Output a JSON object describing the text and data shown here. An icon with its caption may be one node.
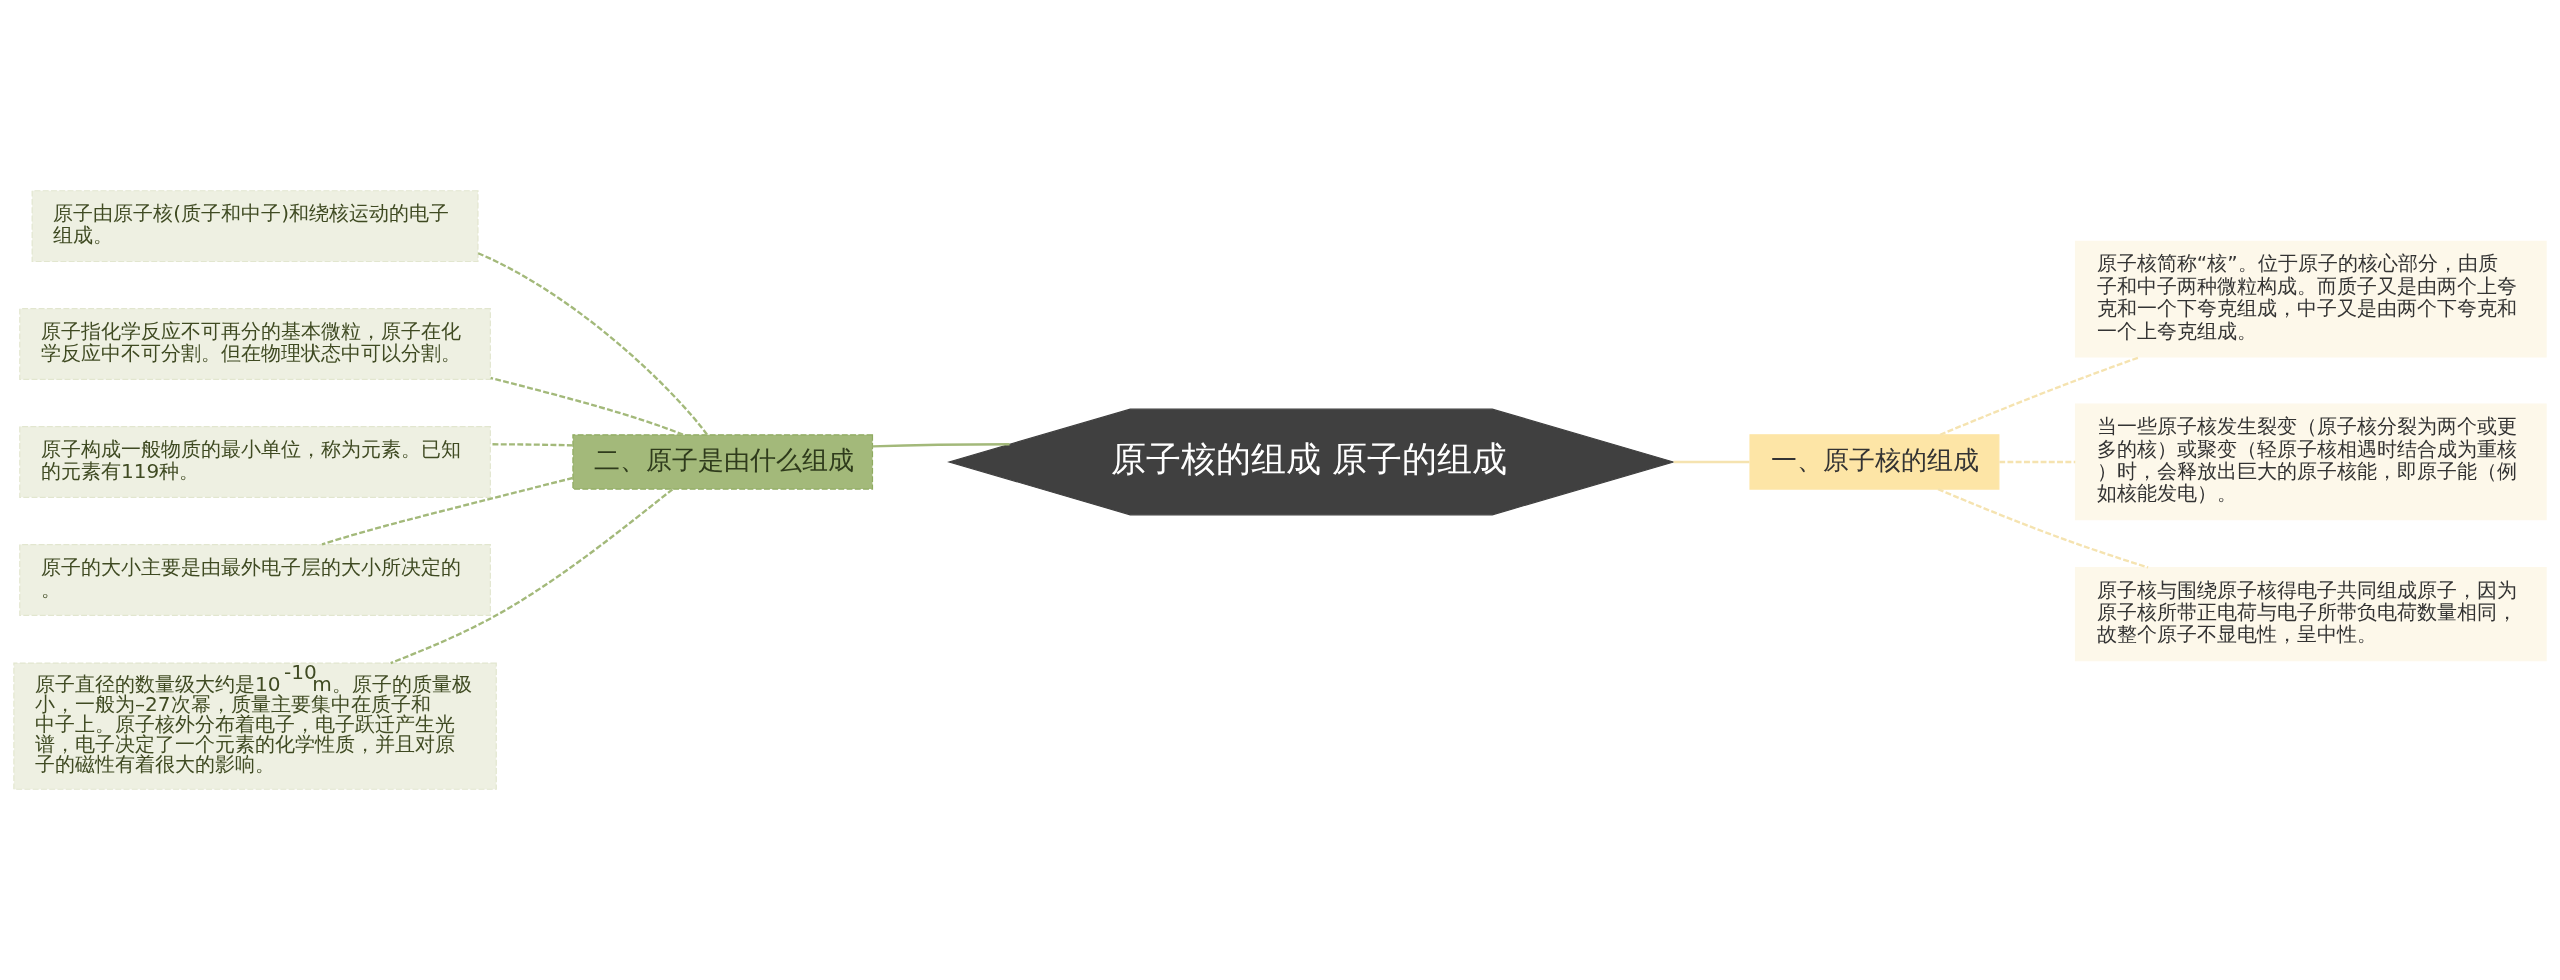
{
  "diagram": {
    "nodes": [
      {
        "text": [
          "原子核的组成 原子的组成"
        ]
      },
      {
        "text": [
          "一、原子核的组成"
        ]
      },
      {
        "text": [
          "原子核简称“核”。位于原子的核心部分，由质子和中子两种微粒构成。而质子又是由两个上夸克和一个下夸克组成，中子又是由两个下夸克和一个上夸克组成。"
        ]
      },
      {
        "text": [
          "当一些原子核发生裂变（原子核分裂为两个或更多的核）或聚变（轻原子核相遇时结合成为重核）时，会释放出巨大的原子核能，即原子能（例如核能发电）。"
        ]
      },
      {
        "text": [
          "原子核与围绕原子核得电子共同组成原子，因为原子核所带正电荷与电子所带负电荷数量相同，故整个原子不显电性，呈中性。"
        ]
      },
      {
        "text": [
          "二、原子是由什么组成"
        ]
      },
      {
        "text": [
          "原子由原子核(质子和中子)和绕核运动的电子组成。"
        ]
      },
      {
        "text": [
          "原子指化学反应不可再分的基本微粒，原子在化学反应中不可分割。但在物理状态中可以分割。"
        ]
      },
      {
        "text": [
          "原子构成一般物质的最小单位，称为元素。已知的元素有119种。"
        ]
      },
      {
        "text": [
          "原子的大小主要是由最外电子层的大小所决定的。"
        ]
      },
      {
        "text": [
          "原子直径的数量级大约是10$^{-10}$m。原子的质量极小，一般为–27次幂，质量主要集中在质子和中子上。原子核外分布着电子，电子跃迁产生光谱，电子决定了一个元素的化学性质，并且对原子的磁性有着很大的影响。"
        ]
      }
    ],
    "edges": [
      {
        "from": 0,
        "to": 1,
        "arrow": "none",
        "color": "#f5e3b0"
      },
      {
        "from": 1,
        "to": 2,
        "arrow": "none",
        "style": "dashed",
        "color": "#f5e3b0"
      },
      {
        "from": 1,
        "to": 3,
        "arrow": "none",
        "style": "dashed",
        "color": "#f5e3b0"
      },
      {
        "from": 1,
        "to": 4,
        "arrow": "none",
        "style": "dashed",
        "color": "#f5e3b0"
      },
      {
        "from": 0,
        "to": 5,
        "arrow": "none"
      },
      {
        "from": 5,
        "to": 6,
        "arrow": "none",
        "style": "dashed"
      },
      {
        "from": 5,
        "to": 7,
        "arrow": "none",
        "style": "dashed"
      },
      {
        "from": 5,
        "to": 8,
        "arrow": "none",
        "style": "dashed"
      },
      {
        "from": 5,
        "to": 9,
        "arrow": "none",
        "style": "dashed"
      },
      {
        "from": 5,
        "to": 10,
        "arrow": "none",
        "style": "dashed"
      }
    ]
  }
}
